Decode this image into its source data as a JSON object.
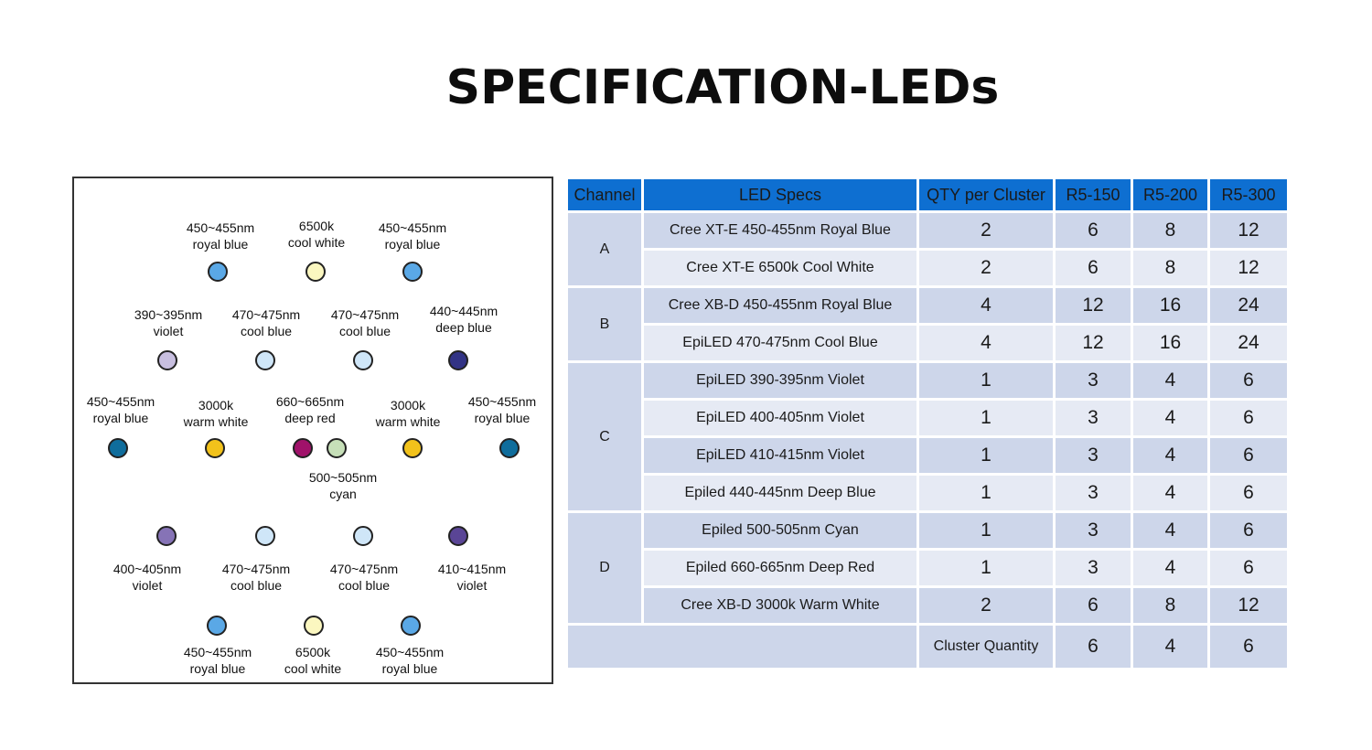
{
  "title": "SPECIFICATION-LEDs",
  "diagram": {
    "leds": [
      {
        "id": "r1a",
        "color": "#5aa8e6",
        "line1": "450~455nm",
        "line2": "royal blue"
      },
      {
        "id": "r1b",
        "color": "#fbf7c0",
        "line1": "6500k",
        "line2": "cool white"
      },
      {
        "id": "r1c",
        "color": "#5aa8e6",
        "line1": "450~455nm",
        "line2": "royal blue"
      },
      {
        "id": "r2a",
        "color": "#c8bfe0",
        "line1": "390~395nm",
        "line2": "violet"
      },
      {
        "id": "r2b",
        "color": "#cfe6f8",
        "line1": "470~475nm",
        "line2": "cool blue"
      },
      {
        "id": "r2c",
        "color": "#cfe6f8",
        "line1": "470~475nm",
        "line2": "cool blue"
      },
      {
        "id": "r2d",
        "color": "#323385",
        "line1": "440~445nm",
        "line2": "deep blue"
      },
      {
        "id": "r3a",
        "color": "#0f6d9c",
        "line1": "450~455nm",
        "line2": "royal blue"
      },
      {
        "id": "r3b",
        "color": "#f2c21b",
        "line1": "3000k",
        "line2": "warm white"
      },
      {
        "id": "r3c",
        "color": "#a0126a",
        "line1": "660~665nm",
        "line2": "deep red"
      },
      {
        "id": "r3d",
        "color": "#c6dfb8",
        "line1": "500~505nm",
        "line2": "cyan"
      },
      {
        "id": "r3e",
        "color": "#f2c21b",
        "line1": "3000k",
        "line2": "warm white"
      },
      {
        "id": "r3f",
        "color": "#0f6d9c",
        "line1": "450~455nm",
        "line2": "royal blue"
      },
      {
        "id": "r4a",
        "color": "#8673b6",
        "line1": "400~405nm",
        "line2": "violet"
      },
      {
        "id": "r4b",
        "color": "#cfe6f8",
        "line1": "470~475nm",
        "line2": "cool blue"
      },
      {
        "id": "r4c",
        "color": "#cfe6f8",
        "line1": "470~475nm",
        "line2": "cool blue"
      },
      {
        "id": "r4d",
        "color": "#5a4596",
        "line1": "410~415nm",
        "line2": "violet"
      },
      {
        "id": "r5a",
        "color": "#5aa8e6",
        "line1": "450~455nm",
        "line2": "royal blue"
      },
      {
        "id": "r5b",
        "color": "#fbf7c0",
        "line1": "6500k",
        "line2": "cool white"
      },
      {
        "id": "r5c",
        "color": "#5aa8e6",
        "line1": "450~455nm",
        "line2": "royal blue"
      }
    ]
  },
  "table": {
    "headers": [
      "Channel",
      "LED Specs",
      "QTY per Cluster",
      "R5-150",
      "R5-200",
      "R5-300"
    ],
    "groups": [
      {
        "channel": "A",
        "rows": [
          {
            "spec": "Cree XT-E 450-455nm Royal Blue",
            "qty": "2",
            "r150": "6",
            "r200": "8",
            "r300": "12"
          },
          {
            "spec": "Cree XT-E 6500k Cool White",
            "qty": "2",
            "r150": "6",
            "r200": "8",
            "r300": "12"
          }
        ]
      },
      {
        "channel": "B",
        "rows": [
          {
            "spec": "Cree XB-D 450-455nm Royal Blue",
            "qty": "4",
            "r150": "12",
            "r200": "16",
            "r300": "24"
          },
          {
            "spec": "EpiLED 470-475nm Cool Blue",
            "qty": "4",
            "r150": "12",
            "r200": "16",
            "r300": "24"
          }
        ]
      },
      {
        "channel": "C",
        "rows": [
          {
            "spec": "EpiLED 390-395nm Violet",
            "qty": "1",
            "r150": "3",
            "r200": "4",
            "r300": "6"
          },
          {
            "spec": "EpiLED 400-405nm Violet",
            "qty": "1",
            "r150": "3",
            "r200": "4",
            "r300": "6"
          },
          {
            "spec": "EpiLED 410-415nm Violet",
            "qty": "1",
            "r150": "3",
            "r200": "4",
            "r300": "6"
          },
          {
            "spec": "Epiled 440-445nm Deep Blue",
            "qty": "1",
            "r150": "3",
            "r200": "4",
            "r300": "6"
          }
        ]
      },
      {
        "channel": "D",
        "rows": [
          {
            "spec": "Epiled 500-505nm Cyan",
            "qty": "1",
            "r150": "3",
            "r200": "4",
            "r300": "6"
          },
          {
            "spec": "Epiled 660-665nm Deep Red",
            "qty": "1",
            "r150": "3",
            "r200": "4",
            "r300": "6"
          },
          {
            "spec": "Cree XB-D 3000k Warm White",
            "qty": "2",
            "r150": "6",
            "r200": "8",
            "r300": "12"
          }
        ]
      }
    ],
    "total": {
      "label": "Cluster Quantity",
      "r150": "6",
      "r200": "4",
      "r300": "6"
    }
  }
}
